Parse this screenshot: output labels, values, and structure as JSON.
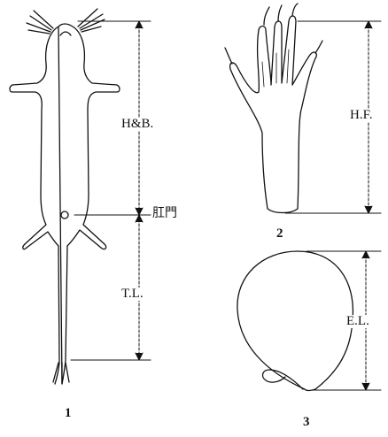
{
  "figure_1": {
    "number": "1",
    "label_head_body": "H&B.",
    "label_anus": "肛門",
    "label_tail": "T.L."
  },
  "figure_2": {
    "number": "2",
    "label_hind_foot": "H.F."
  },
  "figure_3": {
    "number": "3",
    "label_ear": "E.L."
  }
}
